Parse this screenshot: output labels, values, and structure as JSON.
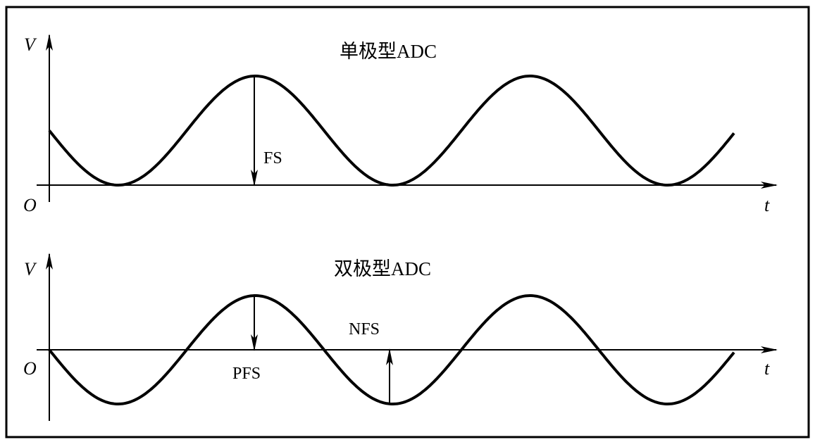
{
  "unipolar": {
    "title": "单极型ADC",
    "y_axis_label": "V",
    "origin_label": "O",
    "x_axis_label": "t",
    "annotation": "FS"
  },
  "bipolar": {
    "title": "双极型ADC",
    "y_axis_label": "V",
    "origin_label": "O",
    "x_axis_label": "t",
    "annotation_positive": "PFS",
    "annotation_negative": "NFS"
  },
  "colors": {
    "stroke": "#000000",
    "background": "#ffffff"
  }
}
